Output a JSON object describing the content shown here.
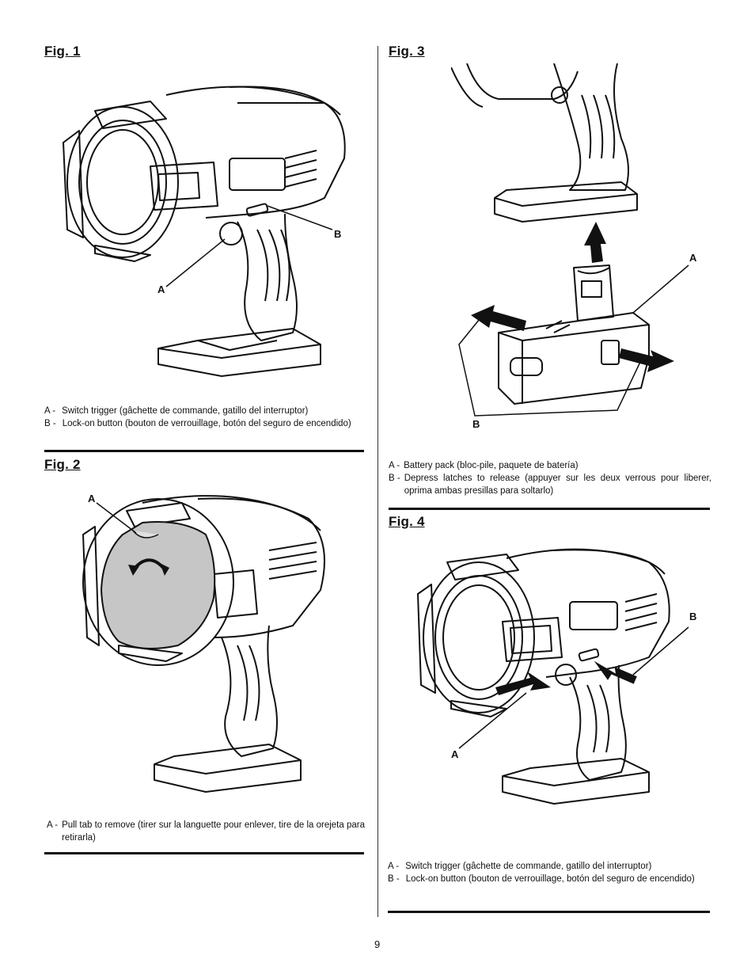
{
  "figures": {
    "fig1": {
      "title": "Fig. 1",
      "callouts": {
        "a": "A",
        "b": "B"
      },
      "legend": [
        {
          "key": "A -",
          "text": "Switch trigger (gâchette de commande, gatillo del interruptor)"
        },
        {
          "key": "B -",
          "text": "Lock-on button (bouton de verrouillage, botón del seguro de encendido)"
        }
      ]
    },
    "fig2": {
      "title": "Fig. 2",
      "callouts": {
        "a": "A"
      },
      "legend": [
        {
          "key": "A -",
          "text": "Pull tab to remove (tirer sur la languette pour enlever, tire de la orejeta para retirarla)"
        }
      ]
    },
    "fig3": {
      "title": "Fig. 3",
      "callouts": {
        "a": "A",
        "b": "B"
      },
      "legend": [
        {
          "key": "A -",
          "text": "Battery pack (bloc-pile, paquete de batería)"
        },
        {
          "key": "B -",
          "text": "Depress latches to release (appuyer sur les deux verrous pour liberer, oprima ambas presillas para soltarlo)"
        }
      ]
    },
    "fig4": {
      "title": "Fig. 4",
      "callouts": {
        "a": "A",
        "b": "B"
      },
      "legend": [
        {
          "key": "A -",
          "text": "Switch trigger (gâchette de commande, gatillo del interruptor)"
        },
        {
          "key": "B -",
          "text": "Lock-on button (bouton de verrouillage, botón del seguro de encendido)"
        }
      ]
    }
  },
  "page_number": "9"
}
